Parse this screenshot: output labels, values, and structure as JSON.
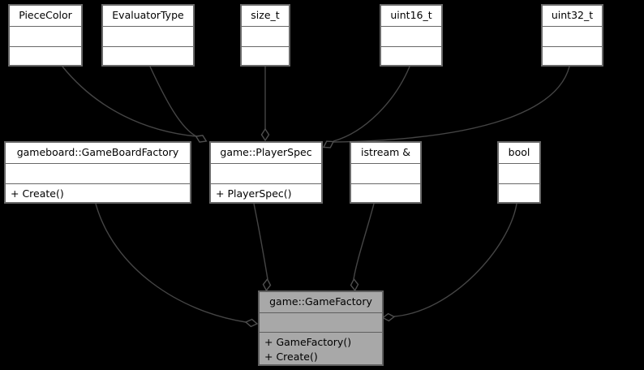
{
  "diagram": {
    "kind": "uml-class-collaboration-graph",
    "colors": {
      "background": "#000000",
      "edge": "#454545",
      "node_border": "#696969",
      "node_fill": "#ffffff",
      "highlight_node_fill": "#a8a8a8",
      "text": "#000000"
    },
    "nodes": {
      "piece_color": {
        "title": "PieceColor"
      },
      "evaluator_type": {
        "title": "EvaluatorType"
      },
      "size_t": {
        "title": "size_t"
      },
      "uint16": {
        "title": "uint16_t"
      },
      "uint32": {
        "title": "uint32_t"
      },
      "game_board_factory": {
        "title": "gameboard::GameBoardFactory",
        "methods": [
          "+ Create()"
        ]
      },
      "player_spec": {
        "title": "game::PlayerSpec",
        "methods": [
          "+ PlayerSpec()"
        ]
      },
      "istream_ref": {
        "title": "istream &"
      },
      "bool_type": {
        "title": "bool"
      },
      "game_factory": {
        "title": "game::GameFactory",
        "methods": [
          "+ GameFactory()",
          "+ Create()"
        ],
        "highlighted": true
      }
    },
    "relations": [
      {
        "from": "PieceColor",
        "to": "game::PlayerSpec",
        "type": "aggregation"
      },
      {
        "from": "EvaluatorType",
        "to": "game::PlayerSpec",
        "type": "aggregation"
      },
      {
        "from": "size_t",
        "to": "game::PlayerSpec",
        "type": "aggregation"
      },
      {
        "from": "uint16_t",
        "to": "game::PlayerSpec",
        "type": "aggregation"
      },
      {
        "from": "uint32_t",
        "to": "game::PlayerSpec",
        "type": "aggregation"
      },
      {
        "from": "gameboard::GameBoardFactory",
        "to": "game::GameFactory",
        "type": "aggregation"
      },
      {
        "from": "game::PlayerSpec",
        "to": "game::GameFactory",
        "type": "aggregation"
      },
      {
        "from": "istream &",
        "to": "game::GameFactory",
        "type": "aggregation"
      },
      {
        "from": "bool",
        "to": "game::GameFactory",
        "type": "aggregation"
      }
    ]
  }
}
